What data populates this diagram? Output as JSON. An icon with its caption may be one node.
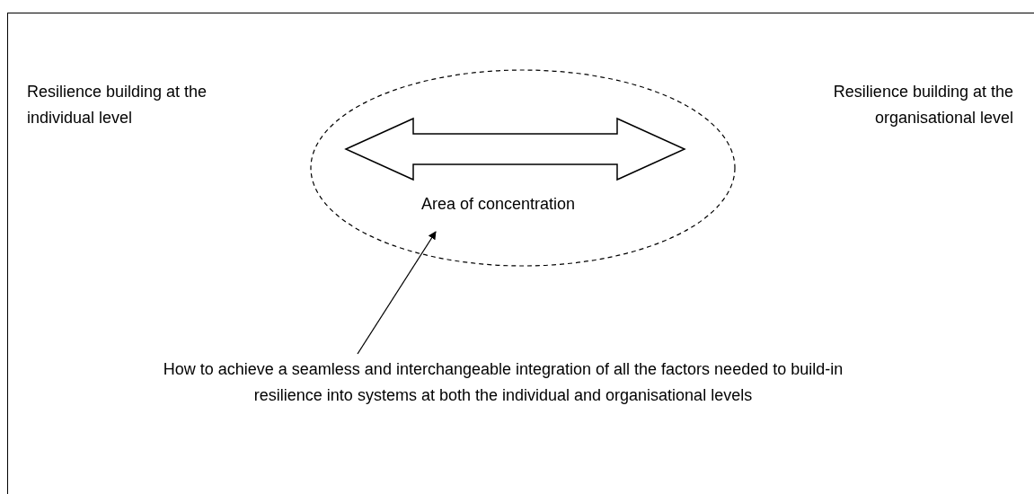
{
  "diagram": {
    "nodes": [
      {
        "text": [
          "Resilience building at the individual level"
        ]
      },
      {
        "text": [
          "Resilience building at the organisational level"
        ]
      },
      {
        "text": [
          "Area of concentration"
        ]
      },
      {
        "text": [
          "How to achieve a seamless and interchangeable integration of all the factors needed to build-in resilience into systems at both the individual and organisational levels"
        ]
      }
    ],
    "edges": [
      {
        "from": 3,
        "to": 2,
        "arrow": "to"
      }
    ]
  }
}
